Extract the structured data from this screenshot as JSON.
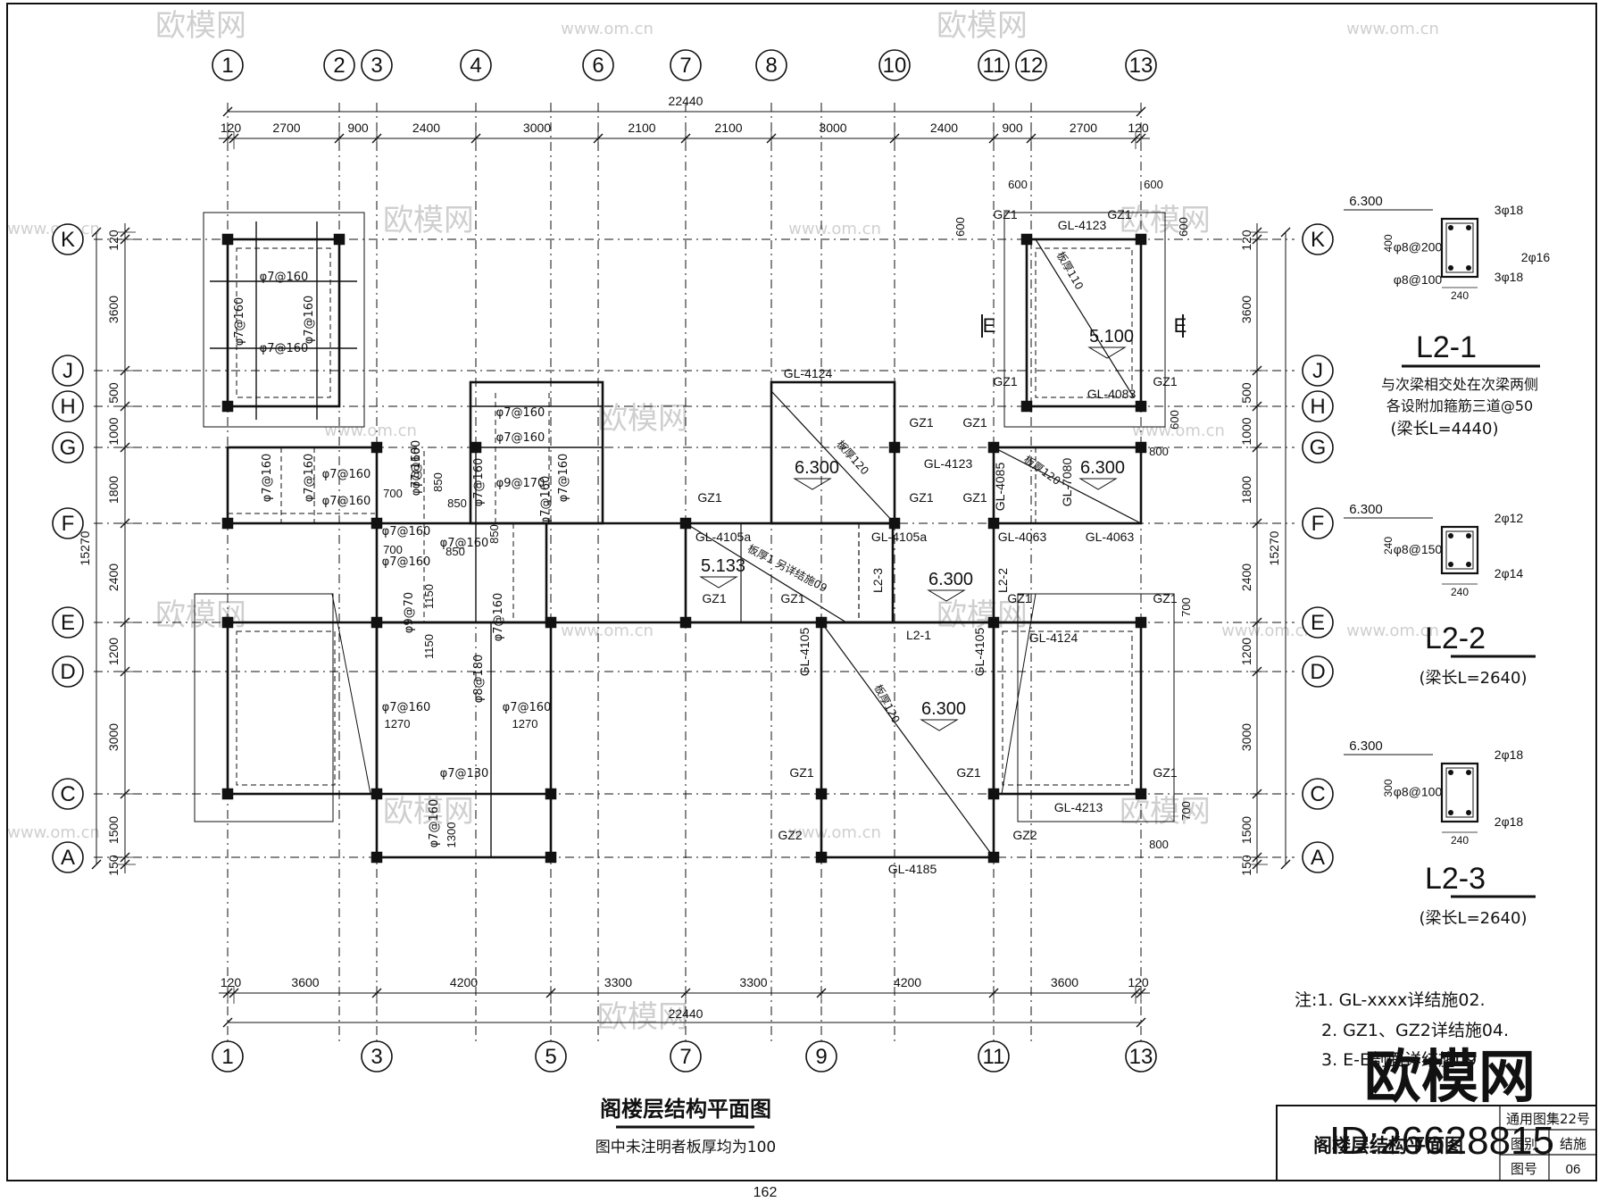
{
  "drawing": {
    "main_title": "阁楼层结构平面图",
    "note_under_title": "图中未注明者板厚均为100",
    "page_number": "162",
    "colors": {
      "line": "#111111",
      "grid": "#222222",
      "watermark": "#cfcfcf",
      "hatch": "#888888"
    }
  },
  "axes": {
    "top_labels": [
      "1",
      "2",
      "3",
      "4",
      "6",
      "7",
      "8",
      "10",
      "11",
      "12",
      "13"
    ],
    "bottom_labels": [
      "1",
      "3",
      "5",
      "7",
      "9",
      "11",
      "13"
    ],
    "row_labels": [
      "K",
      "J",
      "H",
      "G",
      "F",
      "E",
      "D",
      "C",
      "A"
    ]
  },
  "dimensions": {
    "top_total": "22440",
    "top_segments": [
      "120",
      "2700",
      "900",
      "2400",
      "3000",
      "2100",
      "2100",
      "3000",
      "2400",
      "900",
      "2700",
      "120"
    ],
    "bottom_total": "22440",
    "bottom_segments": [
      "120",
      "3600",
      "4200",
      "3300",
      "3300",
      "4200",
      "3600",
      "120"
    ],
    "left_total": "15270",
    "left_segments": [
      "120",
      "3600",
      "500",
      "1000",
      "1800",
      "2400",
      "1200",
      "3000",
      "1500",
      "150"
    ],
    "right_total": "15270",
    "right_segments": [
      "120",
      "3600",
      "500",
      "1000",
      "1800",
      "2400",
      "1200",
      "3000",
      "1500",
      "150"
    ],
    "local": [
      "600",
      "600",
      "600",
      "600",
      "600",
      "800",
      "700",
      "700",
      "800"
    ]
  },
  "plan_labels": {
    "beams": [
      "GL-4123",
      "GL-4083",
      "GL-4124",
      "GL-4123",
      "GL-4085",
      "GL-7080",
      "GL-4063",
      "GL-4063",
      "GL-4105a",
      "GL-4105a",
      "GL-4105",
      "GL-4105",
      "GL-4124",
      "GL-4213",
      "GL-4185",
      "L2-1",
      "L2-2",
      "L2-3"
    ],
    "columns": [
      "GZ1",
      "GZ1",
      "GZ1",
      "GZ1",
      "GZ1",
      "GZ1",
      "GZ1",
      "GZ1",
      "GZ1",
      "GZ1",
      "GZ1",
      "GZ1",
      "GZ1",
      "GZ1",
      "GZ1",
      "GZ1",
      "GZ2",
      "GZ2"
    ],
    "elevations": [
      "5.100",
      "6.300",
      "6.300",
      "5.133",
      "6.300",
      "6.300"
    ],
    "slab_thickness": [
      "板厚110",
      "板厚120",
      "板厚120",
      "板厚120",
      "板厚1 另详结施09"
    ],
    "rebar": [
      "φ7@160",
      "φ7@160",
      "φ7@160",
      "φ7@160",
      "φ7@160",
      "φ7@160",
      "φ7@160",
      "φ7@160",
      "φ7@160",
      "φ7@160",
      "φ9@170",
      "φ7@160",
      "φ7@160",
      "φ7@160",
      "φ7@160",
      "φ7@160",
      "φ9@70",
      "φ7@160",
      "φ8@180",
      "φ7@160",
      "φ7@160",
      "φ7@130",
      "φ7@160",
      "φ7@160",
      "φ7@160",
      "φ7@160"
    ],
    "local_dims": [
      "700",
      "700",
      "850",
      "850",
      "850",
      "850",
      "1150",
      "1150",
      "1270",
      "1270",
      "1300"
    ],
    "section_marks": [
      "E",
      "E"
    ]
  },
  "sections": [
    {
      "name": "L2-1",
      "elevation": "6.300",
      "height": "400",
      "width": "240",
      "top_bars": "3φ18",
      "side_bars": "2φ16",
      "bottom_bars": "3φ18",
      "stirrups": [
        "φ8@200",
        "φ8@100"
      ],
      "note_line1": "与次梁相交处在次梁两侧",
      "note_line2": "各设附加箍筋三道@50",
      "length": "(梁长L=4440)"
    },
    {
      "name": "L2-2",
      "elevation": "6.300",
      "height": "240",
      "width": "240",
      "top_bars": "2φ12",
      "bottom_bars": "2φ14",
      "stirrups": [
        "φ8@150"
      ],
      "length": "(梁长L=2640)"
    },
    {
      "name": "L2-3",
      "elevation": "6.300",
      "height": "300",
      "width": "240",
      "top_bars": "2φ18",
      "bottom_bars": "2φ18",
      "stirrups": [
        "φ8@100"
      ],
      "length": "(梁长L=2640)"
    }
  ],
  "notes": {
    "lines": [
      "注:1. GL-xxxx详结施02.",
      "2. GZ1、GZ2详结施04.",
      "3. E-E剖面详结施09"
    ]
  },
  "title_block": {
    "drawing_name": "阁楼层结构平面图",
    "atlas": "通用图集22号",
    "category_label": "图别",
    "category": "结施",
    "number_label": "图号",
    "number": "06"
  },
  "watermark": {
    "brand": "欧模网",
    "url": "www.om.cn",
    "id": "ID:26628815"
  }
}
